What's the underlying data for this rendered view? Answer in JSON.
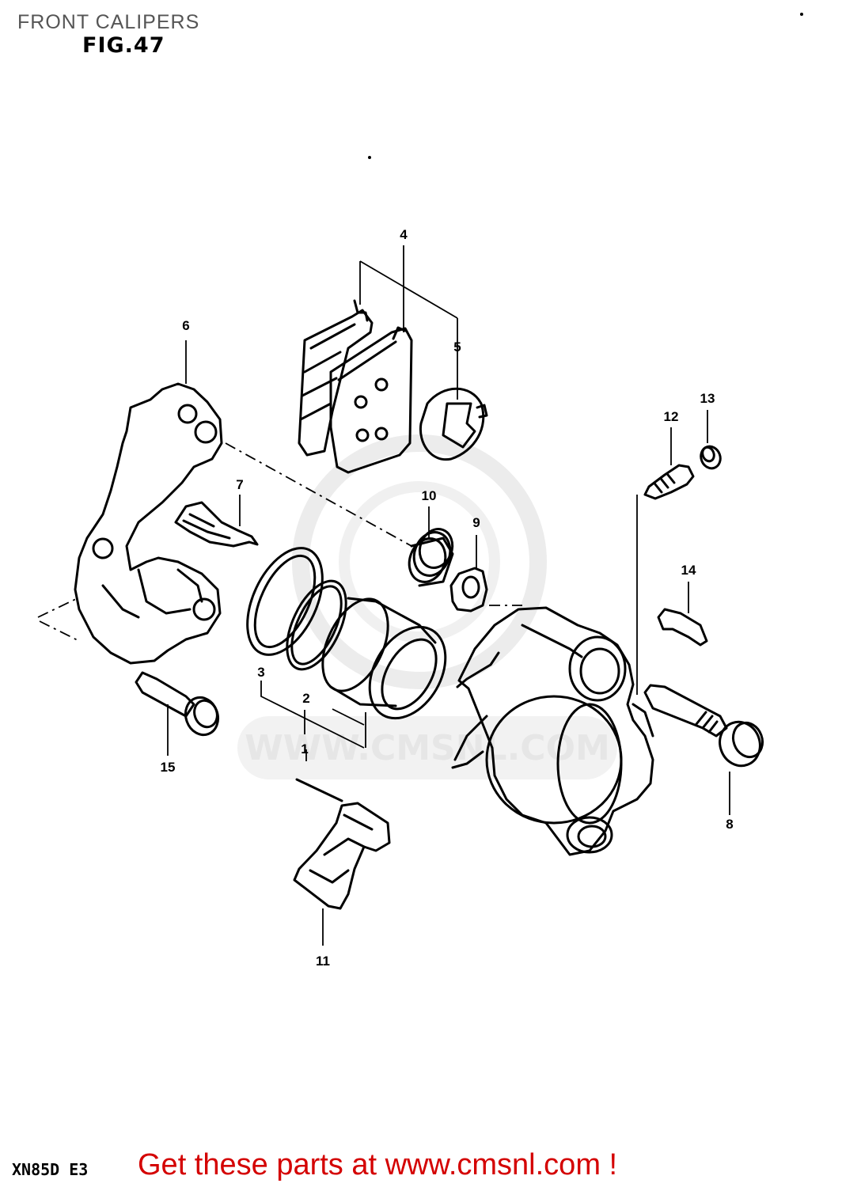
{
  "header": {
    "title": "FRONT CALIPERS",
    "figure": "FIG.47"
  },
  "watermark": {
    "text": "WWW.CMSNL.COM"
  },
  "callouts": [
    {
      "id": "c1",
      "label": "1"
    },
    {
      "id": "c2",
      "label": "2"
    },
    {
      "id": "c3",
      "label": "3"
    },
    {
      "id": "c4",
      "label": "4"
    },
    {
      "id": "c5",
      "label": "5"
    },
    {
      "id": "c6",
      "label": "6"
    },
    {
      "id": "c7",
      "label": "7"
    },
    {
      "id": "c8",
      "label": "8"
    },
    {
      "id": "c9",
      "label": "9"
    },
    {
      "id": "c10",
      "label": "10"
    },
    {
      "id": "c11",
      "label": "11"
    },
    {
      "id": "c12",
      "label": "12"
    },
    {
      "id": "c13",
      "label": "13"
    },
    {
      "id": "c14",
      "label": "14"
    },
    {
      "id": "c15",
      "label": "15"
    }
  ],
  "footer": {
    "model": "XN85D E3",
    "promo": "Get these parts at www.cmsnl.com !"
  },
  "colors": {
    "promo": "#d40000",
    "ink": "#000000",
    "watermark": "#e6e6e6"
  }
}
